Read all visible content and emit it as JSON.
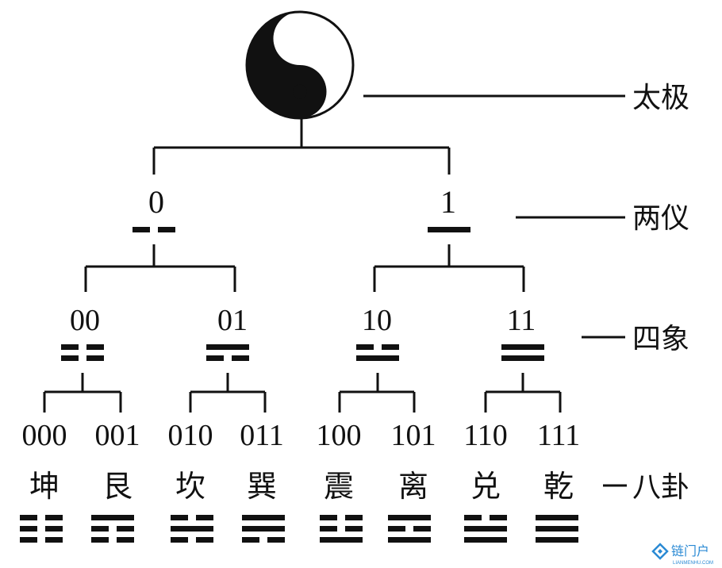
{
  "levels": {
    "taiji": "太极",
    "liangyi": "两仪",
    "sixiang": "四象",
    "bagua": "八卦"
  },
  "liangyi": [
    {
      "code": "0",
      "lines": "0"
    },
    {
      "code": "1",
      "lines": "1"
    }
  ],
  "sixiang": [
    {
      "code": "00",
      "lines": "00"
    },
    {
      "code": "01",
      "lines": "01"
    },
    {
      "code": "10",
      "lines": "10"
    },
    {
      "code": "11",
      "lines": "11"
    }
  ],
  "bagua": [
    {
      "code": "000",
      "name": "坤",
      "lines": "000"
    },
    {
      "code": "001",
      "name": "艮",
      "lines": "001"
    },
    {
      "code": "010",
      "name": "坎",
      "lines": "010"
    },
    {
      "code": "011",
      "name": "巽",
      "lines": "011"
    },
    {
      "code": "100",
      "name": "震",
      "lines": "100"
    },
    {
      "code": "101",
      "name": "离",
      "lines": "101"
    },
    {
      "code": "110",
      "name": "兑",
      "lines": "110"
    },
    {
      "code": "111",
      "name": "乾",
      "lines": "111"
    }
  ],
  "watermark": {
    "text": "链门户",
    "subtext": "LIANMENHU.COM",
    "color": "#2a8ad4"
  },
  "icons": {
    "taiji": "yin-yang-icon",
    "watermark": "lianmenhu-logo-icon"
  }
}
